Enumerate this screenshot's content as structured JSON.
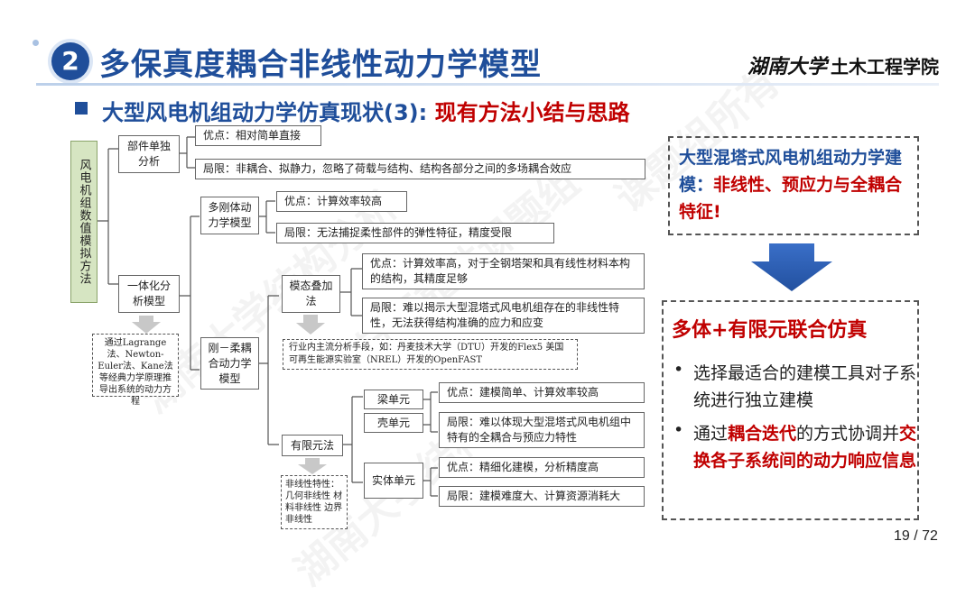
{
  "header": {
    "badge_number": "2",
    "title": "多保真度耦合非线性动力学模型",
    "logo_script": "湖南大学",
    "logo_text": "土木工程学院",
    "subtitle_main": "大型风电机组动力学仿真现状(3): ",
    "subtitle_highlight": "现有方法小结与思路"
  },
  "tree": {
    "root": "风电机组数值模拟方法",
    "component": {
      "label": "部件单独分析",
      "pro": "优点：相对简单直接",
      "con": "局限：非耦合、拟静力，忽略了荷载与结构、结构各部分之间的多场耦合效应"
    },
    "integrated": {
      "label": "一体化分析模型",
      "note": "通过Lagrange法、Newton-Euler法、Kane法等经典力学原理推导出系统的动力方程"
    },
    "multibody": {
      "label": "多刚体动力学模型",
      "pro": "优点：计算效率较高",
      "con": "局限：无法捕捉柔性部件的弹性特征，精度受限"
    },
    "rigid_flex": {
      "label": "刚－柔耦合动力学模型"
    },
    "modal": {
      "label": "模态叠加法",
      "pro": "优点：计算效率高，对于全钢塔架和具有线性材料本构的结构，其精度足够",
      "con": "局限：难以揭示大型混塔式风电机组存在的非线性特性，无法获得结构准确的应力和应变",
      "note": "行业内主流分析手段，如：丹麦技术大学（DTU）开发的Flex5 美国可再生能源实验室（NREL）开发的OpenFAST"
    },
    "fem": {
      "label": "有限元法",
      "beam": "梁单元",
      "shell": "壳单元",
      "beam_shell_pro": "优点：建模简单、计算效率较高",
      "beam_shell_con": "局限：难以体现大型混塔式风电机组中特有的全耦合与预应力特性",
      "solid": "实体单元",
      "solid_pro": "优点：精细化建模，分析精度高",
      "solid_con": "局限：建模难度大、计算资源消耗大",
      "note": "非线性特性：几何非线性 材料非线性 边界非线性"
    }
  },
  "right_panel": {
    "top_pre": "大型混塔式风电机组动力学建模：",
    "top_highlight": "非线性、预应力与全耦合特征!",
    "heading": "多体+有限元联合仿真",
    "bullet1": "选择最适合的建模工具对子系统进行独立建模",
    "bullet2_pre": "通过",
    "bullet2_bold1": "耦合迭代",
    "bullet2_mid": "的方式协调并",
    "bullet2_bold2": "交换各子系统间的动力响应信息",
    "bullet_char": "•"
  },
  "footer": {
    "page": "19 / 72"
  },
  "colors": {
    "primary": "#1f4e9a",
    "accent": "#c00000",
    "root_fill": "#d6e5c2",
    "arrow_blue": "#2f5fb3"
  }
}
